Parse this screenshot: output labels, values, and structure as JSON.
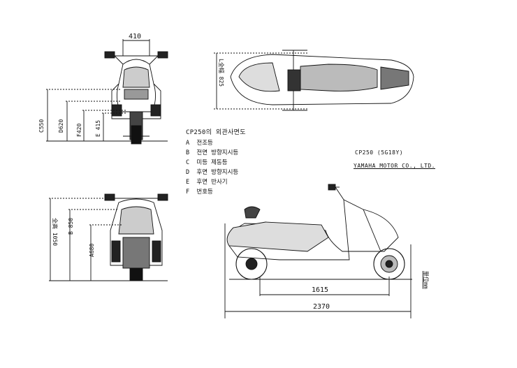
{
  "legend": {
    "title": "CP250의 외관사면도",
    "items": [
      {
        "key": "A",
        "label": "전조등"
      },
      {
        "key": "B",
        "label": "전면 방향지시등"
      },
      {
        "key": "C",
        "label": "미등   제동등"
      },
      {
        "key": "D",
        "label": "후면 방향지시등"
      },
      {
        "key": "E",
        "label": "후면 반사기"
      },
      {
        "key": "F",
        "label": "번호등"
      }
    ]
  },
  "model": "CP250 (5G18Y)",
  "manufacturer": "YAMAHA MOTOR CO., LTD.",
  "unit_label": "単位mm",
  "dimensions": {
    "front_width": "410",
    "top_width": "L全幅 825",
    "front_c": "C550",
    "front_d": "D620",
    "front_f": "F420",
    "front_e": "E 415",
    "rear_total_height": "全高 1050",
    "rear_b": "B 850",
    "rear_a": "A680",
    "wheelbase": "1615",
    "total_length": "2370"
  }
}
